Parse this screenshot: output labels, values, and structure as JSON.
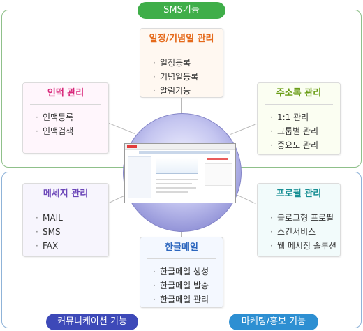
{
  "categories": {
    "sms": "SMS기능",
    "communication": "커뮤니케이션 기능",
    "marketing": "마케팅/홍보 기능"
  },
  "boxes": {
    "schedule": {
      "title": "일정/기념일 관리",
      "items": [
        "일정등록",
        "기념일등록",
        "알림기능"
      ]
    },
    "people": {
      "title": "인맥 관리",
      "items": [
        "인맥등록",
        "인맥검색"
      ]
    },
    "address": {
      "title": "주소록 관리",
      "items": [
        "1:1 관리",
        "그룹별 관리",
        "중요도 관리"
      ]
    },
    "message": {
      "title": "메세지 관리",
      "items": [
        "MAIL",
        "SMS",
        "FAX"
      ]
    },
    "profile": {
      "title": "프로필 관리",
      "items": [
        "블로그형 프로필",
        "스킨서비스",
        "웹 메시징 솔루션"
      ]
    },
    "hanmail": {
      "title": "한글메일",
      "items": [
        "한글메일 생성",
        "한글메일 발송",
        "한글메일 관리"
      ]
    }
  },
  "colors": {
    "sms": "#3fae49",
    "communication": "#3d49b8",
    "marketing": "#2d8fd2",
    "schedule": "#e56a1b",
    "people": "#d8287a",
    "address": "#6a9d16",
    "message": "#6b46b8",
    "profile": "#188f94",
    "hanmail": "#2c66be"
  }
}
